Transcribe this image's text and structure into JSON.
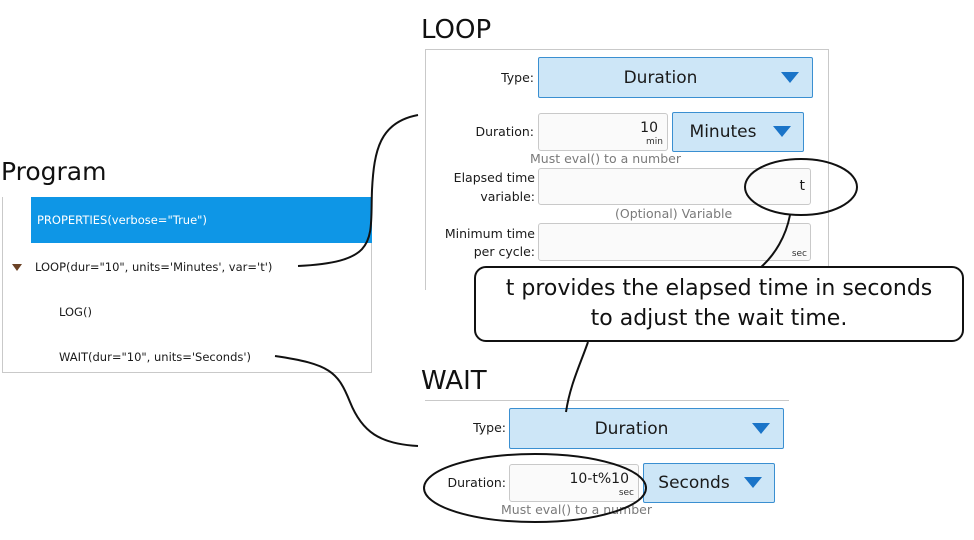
{
  "program": {
    "title": "Program",
    "rows": [
      "PROPERTIES(verbose=\"True\")",
      "LOOP(dur=\"10\", units='Minutes', var='t')",
      "LOG()",
      "WAIT(dur=\"10\", units='Seconds')"
    ]
  },
  "loop": {
    "title": "LOOP",
    "type_label": "Type:",
    "type_value": "Duration",
    "duration_label": "Duration:",
    "duration_value": "10",
    "duration_unit": "min",
    "duration_units_value": "Minutes",
    "duration_hint": "Must eval() to a number",
    "elapsed_label_1": "Elapsed time",
    "elapsed_label_2": "variable:",
    "elapsed_value": "t",
    "elapsed_hint": "(Optional) Variable",
    "min_time_label_1": "Minimum time",
    "min_time_label_2": "per cycle:",
    "min_time_unit": "sec"
  },
  "callout": {
    "line1": "t provides the elapsed time in seconds",
    "line2": "to adjust the wait time."
  },
  "wait": {
    "title": "WAIT",
    "type_label": "Type:",
    "type_value": "Duration",
    "duration_label": "Duration:",
    "duration_value": "10-t%10",
    "duration_unit": "sec",
    "duration_units_value": "Seconds",
    "duration_hint": "Must eval() to a number"
  },
  "colors": {
    "selection": "#0e96e6",
    "dropdown_bg": "#cde6f7",
    "dropdown_arrow": "#1a74c8"
  }
}
